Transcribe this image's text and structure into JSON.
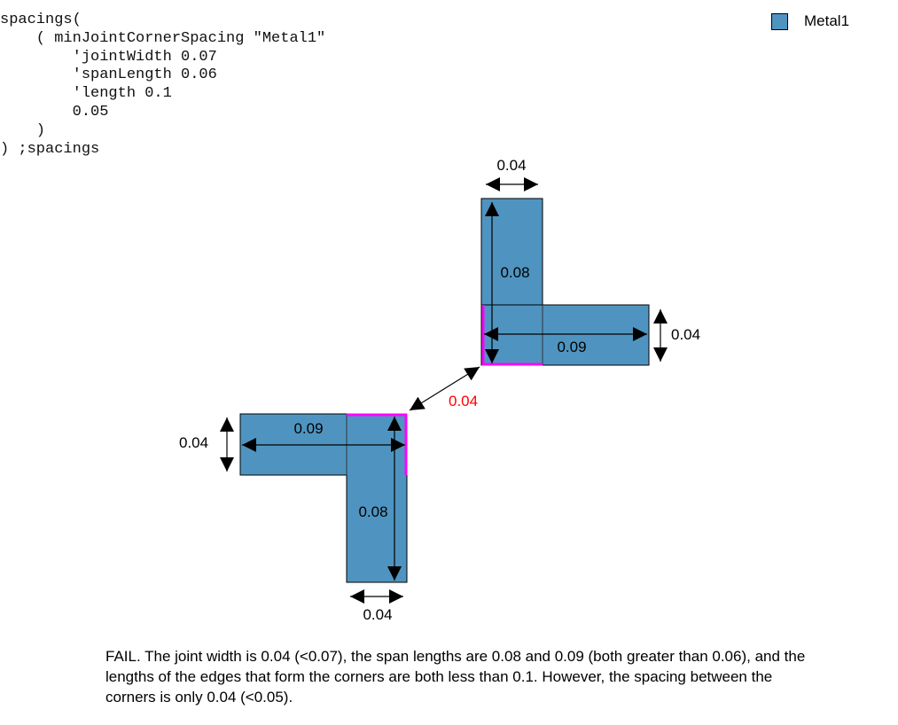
{
  "code_lines": [
    "spacings(",
    "    ( minJointCornerSpacing \"Metal1\"",
    "        'jointWidth 0.07",
    "        'spanLength 0.06",
    "        'length 0.1",
    "        0.05",
    "    )",
    ") ;spacings"
  ],
  "legend": {
    "label": "Metal1",
    "color": "#4f94c0"
  },
  "dimensions": {
    "upper_top_width": "0.04",
    "upper_vertical_span": "0.08",
    "upper_horizontal_span": "0.09",
    "upper_right_width": "0.04",
    "corner_spacing": "0.04",
    "lower_left_width": "0.04",
    "lower_horizontal_span": "0.09",
    "lower_vertical_span": "0.08",
    "lower_bottom_width": "0.04"
  },
  "colors": {
    "highlight": "#ff00ff",
    "violation": "#ff0000"
  },
  "caption": "FAIL. The joint width is 0.04 (<0.07), the span lengths are 0.08 and 0.09 (both greater than 0.06), and the lengths of the edges that form the corners are both less than 0.1. However, the spacing between the corners is only 0.04 (<0.05)."
}
